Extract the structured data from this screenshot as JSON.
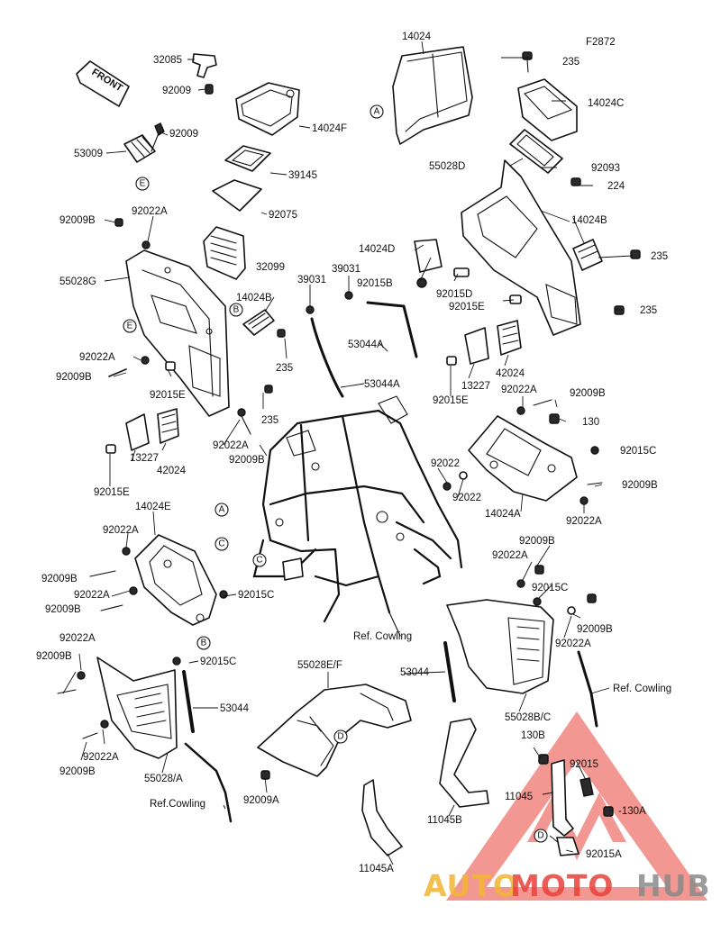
{
  "figure_code": "F2872",
  "front_arrow": "FRONT",
  "labels": {
    "p32085": "32085",
    "p92009_a": "92009",
    "p92009_b": "92009",
    "p53009": "53009",
    "p14024F": "14024F",
    "p39145": "39145",
    "p92075": "92075",
    "p92009B_1": "92009B",
    "p92022A_1": "92022A",
    "p55028G": "55028G",
    "p32099": "32099",
    "p14024B_l": "14024B",
    "p92022A_2": "92022A",
    "p92009B_2": "92009B",
    "p235_l1": "235",
    "p92015E_l1": "92015E",
    "p235_l2": "235",
    "p92022A_3": "92022A",
    "p92009B_3": "92009B",
    "p13227_l": "13227",
    "p42024_l": "42024",
    "p92015E_l2": "92015E",
    "p14024": "14024",
    "p39031_a": "39031",
    "p39031_b": "39031",
    "p14024D": "14024D",
    "p92015B": "92015B",
    "p53044A_1": "53044A",
    "p53044A_2": "53044A",
    "p235_r1": "235",
    "p14024C": "14024C",
    "p55028D": "55028D",
    "p92093": "92093",
    "p224": "224",
    "p14024B_r": "14024B",
    "p235_r2": "235",
    "p92015D": "92015D",
    "p92015E_r1": "92015E",
    "p235_r3": "235",
    "p13227_r": "13227",
    "p42024_r": "42024",
    "p92015E_r2": "92015E",
    "p92022A_r1": "92022A",
    "p92009B_r1": "92009B",
    "p130": "130",
    "p92015C_r1": "92015C",
    "p92022_a": "92022",
    "p92022_b": "92022",
    "p14024A": "14024A",
    "p92009B_r2": "92009B",
    "p92022A_r2": "92022A",
    "p14024E": "14024E",
    "p92022A_l4": "92022A",
    "p92009B_l4": "92009B",
    "p92022A_l5": "92022A",
    "p92009B_l5": "92009B",
    "p92015C_l1": "92015C",
    "p92022A_l6": "92022A",
    "p92009B_l6": "92009B",
    "p92015C_l2": "92015C",
    "p53044_l": "53044",
    "p92022A_l7": "92022A",
    "p92009B_l7": "92009B",
    "p55028A": "55028/A",
    "p_refcowl_l": "Ref.Cowling",
    "p_refcowl_c": "Ref. Cowling",
    "p55028EF": "55028E/F",
    "p53044_c": "53044",
    "p92009A": "92009A",
    "p11045A": "11045A",
    "p11045B": "11045B",
    "p92009B_r3": "92009B",
    "p92022A_r3": "92022A",
    "p92015C_r2": "92015C",
    "p92009B_r4": "92009B",
    "p92022A_r4": "92022A",
    "p_refcowl_r": "Ref. Cowling",
    "p55028BC": "55028B/C",
    "p130B": "130B",
    "p92015_r": "92015",
    "p11045": "11045",
    "p130A": "-130A",
    "p92015A": "92015A"
  },
  "circle_refs": {
    "A": "A",
    "B": "B",
    "C": "C",
    "D": "D",
    "E": "E"
  },
  "watermark": {
    "text_auto": "AUTO",
    "text_moto": "MOTO",
    "text_hub": "HUB",
    "color_auto": "#f2b632",
    "color_moto": "#e8433a",
    "color_hub": "#8a8a8a",
    "triangle_color": "#e8433a"
  }
}
